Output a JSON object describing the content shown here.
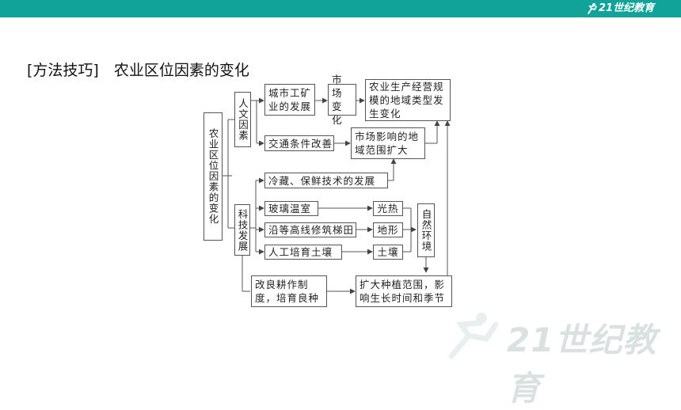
{
  "header": {
    "logo_text": "21世纪教育",
    "logo_url": "www.21cnjy.com"
  },
  "heading": "[方法技巧]　农业区位因素的变化",
  "diagram": {
    "root": "农业区位因素的变化",
    "humanities": "人文因素",
    "tech": "科技发展",
    "city_mining": "城市工矿业的发展",
    "market_change": "市场变化",
    "farm_type": "农业生产经营规模的地域类型发生变化",
    "transport": "交通条件改善",
    "market_expand": "市场影响的地域范围扩大",
    "cold_storage": "冷藏、保鲜技术的发展",
    "greenhouse": "玻璃温室",
    "terrace": "沿等高线修筑梯田",
    "soil": "人工培育土壤",
    "light_heat": "光热",
    "terrain": "地形",
    "soil_result": "土壤",
    "natural_env": "自然环境",
    "improve": "改良耕作制度，培育良种",
    "expand_range": "扩大种植范围，影响生长时间和季节"
  },
  "watermark": "21世纪教育",
  "colors": {
    "brand": "#11a39a",
    "line": "#555555"
  }
}
